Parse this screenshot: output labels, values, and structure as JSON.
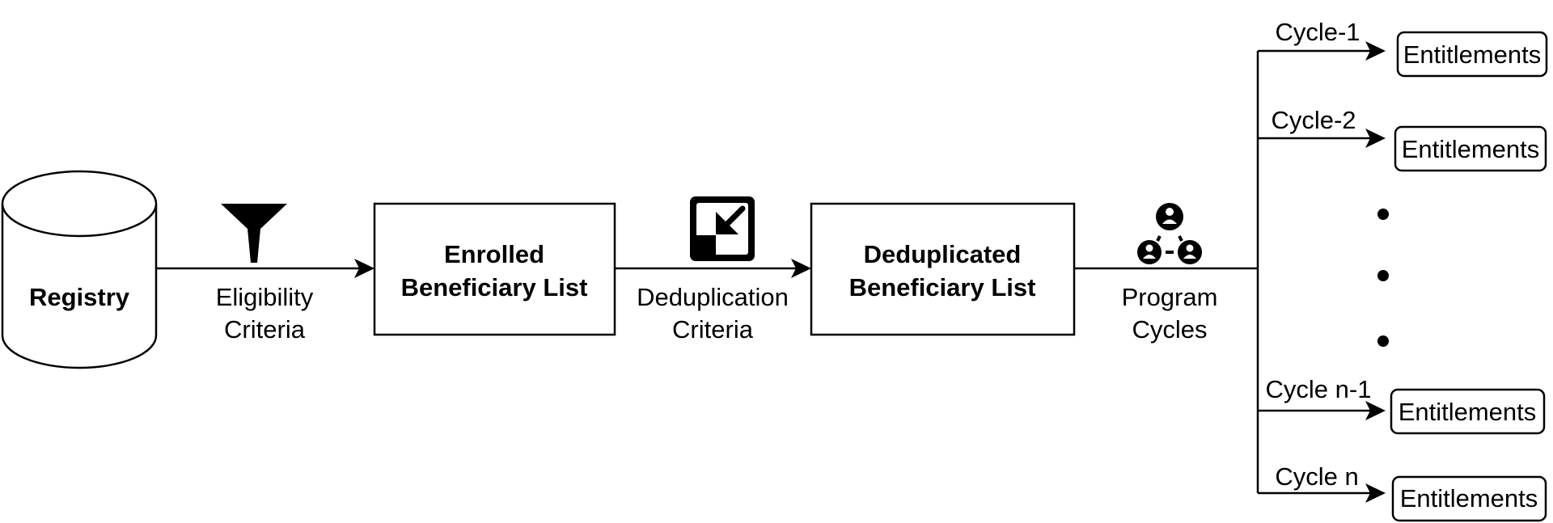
{
  "nodes": {
    "registry": "Registry",
    "enrolled_line1": "Enrolled",
    "enrolled_line2": "Beneficiary List",
    "dedup_line1": "Deduplicated",
    "dedup_line2": "Beneficiary List"
  },
  "edges": {
    "eligibility_line1": "Eligibility",
    "eligibility_line2": "Criteria",
    "deduplication_line1": "Deduplication",
    "deduplication_line2": "Criteria",
    "program_line1": "Program",
    "program_line2": "Cycles"
  },
  "cycles": [
    {
      "label": "Cycle-1",
      "target": "Entitlements"
    },
    {
      "label": "Cycle-2",
      "target": "Entitlements"
    },
    {
      "label": "Cycle n-1",
      "target": "Entitlements"
    },
    {
      "label": "Cycle n",
      "target": "Entitlements"
    }
  ],
  "icons": {
    "eligibility": "funnel-icon",
    "deduplication": "merge-arrow-icon",
    "program_cycles": "people-network-icon"
  },
  "colors": {
    "stroke": "#000000",
    "background": "#ffffff"
  }
}
